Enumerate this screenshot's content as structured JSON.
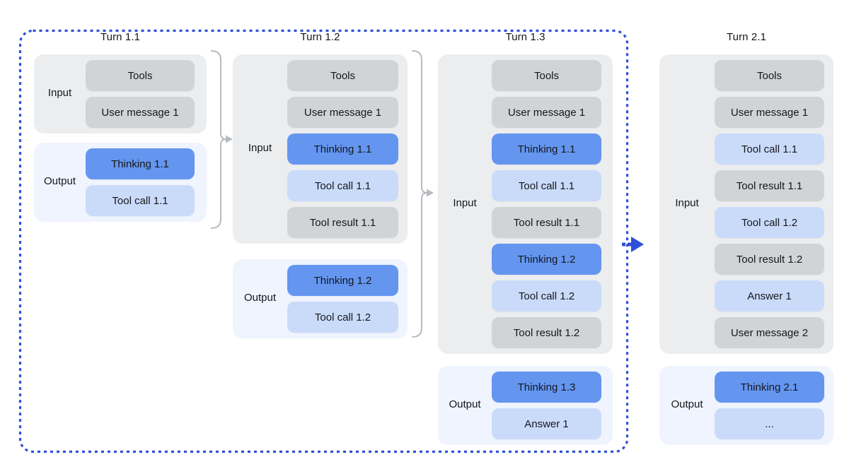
{
  "diagram": {
    "description": "Multi-turn conversation context diagram with interleaved thinking",
    "colors": {
      "thinking_block": "#6496f0",
      "light_blue_block": "#cadbfa",
      "gray_block": "#d1d3d5",
      "input_panel": "#ecedef",
      "output_panel": "#eff4fe",
      "dotted_border": "#2e50d8",
      "brace_arrow": "#b7bbc1",
      "text": "#15171b",
      "background": "#ffffff"
    },
    "columns": [
      {
        "title": "Turn 1.1",
        "input": {
          "label": "Input",
          "blocks": [
            {
              "label": "Tools",
              "variant": "gray"
            },
            {
              "label": "User message 1",
              "variant": "gray"
            }
          ]
        },
        "output": {
          "label": "Output",
          "blocks": [
            {
              "label": "Thinking 1.1",
              "variant": "blue"
            },
            {
              "label": "Tool call 1.1",
              "variant": "lightblue"
            }
          ]
        }
      },
      {
        "title": "Turn 1.2",
        "input": {
          "label": "Input",
          "blocks": [
            {
              "label": "Tools",
              "variant": "gray"
            },
            {
              "label": "User message 1",
              "variant": "gray"
            },
            {
              "label": "Thinking 1.1",
              "variant": "blue"
            },
            {
              "label": "Tool call 1.1",
              "variant": "lightblue"
            },
            {
              "label": "Tool result 1.1",
              "variant": "gray"
            }
          ]
        },
        "output": {
          "label": "Output",
          "blocks": [
            {
              "label": "Thinking 1.2",
              "variant": "blue"
            },
            {
              "label": "Tool call 1.2",
              "variant": "lightblue"
            }
          ]
        }
      },
      {
        "title": "Turn 1.3",
        "input": {
          "label": "Input",
          "blocks": [
            {
              "label": "Tools",
              "variant": "gray"
            },
            {
              "label": "User message 1",
              "variant": "gray"
            },
            {
              "label": "Thinking 1.1",
              "variant": "blue"
            },
            {
              "label": "Tool call 1.1",
              "variant": "lightblue"
            },
            {
              "label": "Tool result 1.1",
              "variant": "gray"
            },
            {
              "label": "Thinking 1.2",
              "variant": "blue"
            },
            {
              "label": "Tool call 1.2",
              "variant": "lightblue"
            },
            {
              "label": "Tool result 1.2",
              "variant": "gray"
            }
          ]
        },
        "output": {
          "label": "Output",
          "blocks": [
            {
              "label": "Thinking 1.3",
              "variant": "blue"
            },
            {
              "label": "Answer 1",
              "variant": "lightblue"
            }
          ]
        }
      },
      {
        "title": "Turn 2.1",
        "input": {
          "label": "Input",
          "blocks": [
            {
              "label": "Tools",
              "variant": "gray"
            },
            {
              "label": "User message 1",
              "variant": "gray"
            },
            {
              "label": "Tool call 1.1",
              "variant": "lightblue"
            },
            {
              "label": "Tool result 1.1",
              "variant": "gray"
            },
            {
              "label": "Tool call 1.2",
              "variant": "lightblue"
            },
            {
              "label": "Tool result 1.2",
              "variant": "gray"
            },
            {
              "label": "Answer 1",
              "variant": "lightblue"
            },
            {
              "label": "User message 2",
              "variant": "gray"
            }
          ]
        },
        "output": {
          "label": "Output",
          "blocks": [
            {
              "label": "Thinking 2.1",
              "variant": "blue"
            },
            {
              "label": "...",
              "variant": "lightblue"
            }
          ]
        }
      }
    ],
    "icons": {
      "brace_arrow_1": "brace-arrow-right",
      "brace_arrow_2": "brace-arrow-right",
      "turn_boundary_arrow": "arrow-right"
    }
  }
}
